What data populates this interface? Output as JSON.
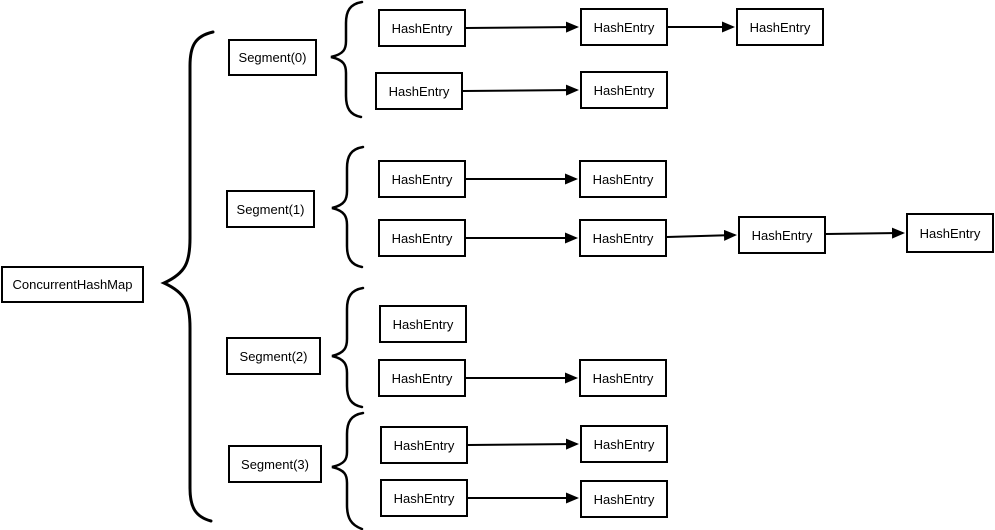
{
  "colors": {
    "stroke": "#000000",
    "text": "#000000",
    "background": "#ffffff"
  },
  "diagram": {
    "root": {
      "label": "ConcurrentHashMap"
    },
    "segments": [
      {
        "label": "Segment(0)",
        "rows": [
          {
            "entries": [
              "HashEntry",
              "HashEntry",
              "HashEntry"
            ]
          },
          {
            "entries": [
              "HashEntry",
              "HashEntry"
            ]
          }
        ]
      },
      {
        "label": "Segment(1)",
        "rows": [
          {
            "entries": [
              "HashEntry",
              "HashEntry"
            ]
          },
          {
            "entries": [
              "HashEntry",
              "HashEntry",
              "HashEntry",
              "HashEntry"
            ]
          }
        ]
      },
      {
        "label": "Segment(2)",
        "rows": [
          {
            "entries": [
              "HashEntry"
            ]
          },
          {
            "entries": [
              "HashEntry",
              "HashEntry"
            ]
          }
        ]
      },
      {
        "label": "Segment(3)",
        "rows": [
          {
            "entries": [
              "HashEntry",
              "HashEntry"
            ]
          },
          {
            "entries": [
              "HashEntry",
              "HashEntry"
            ]
          }
        ]
      }
    ]
  }
}
